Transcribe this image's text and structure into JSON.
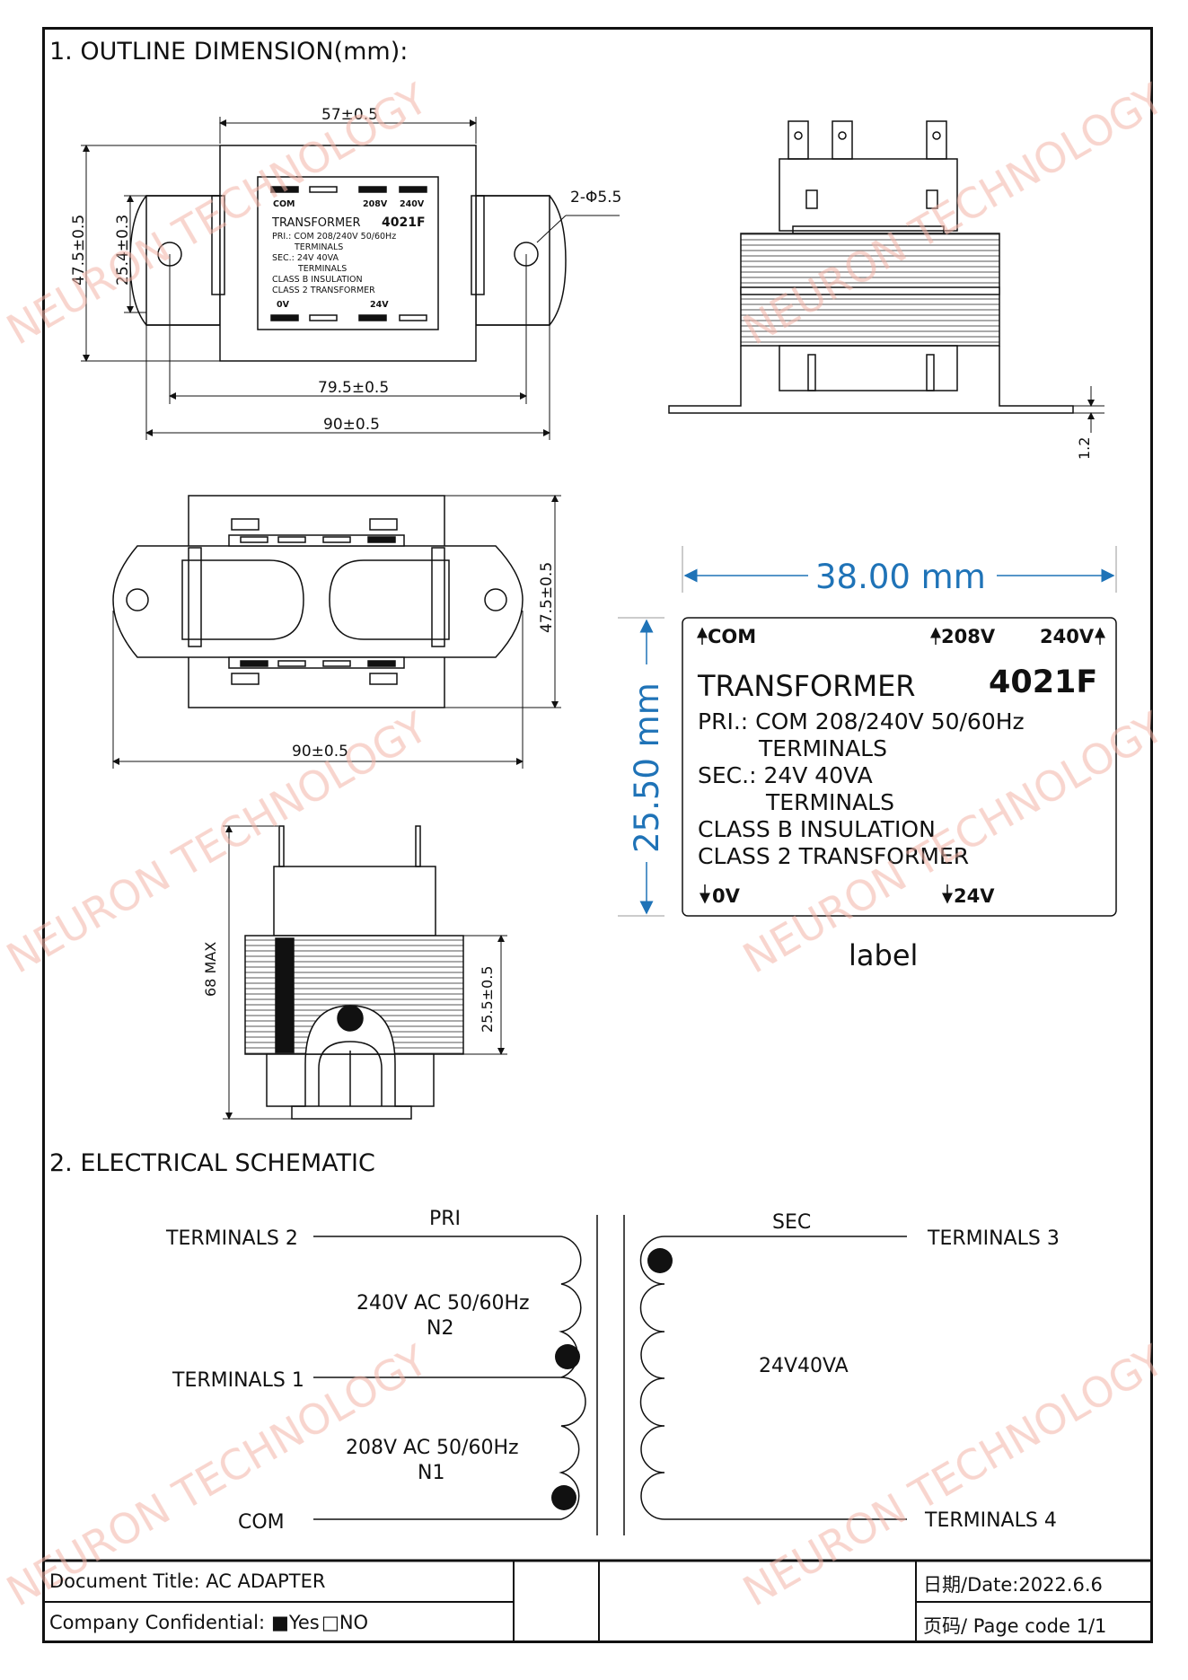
{
  "sections": {
    "outline_title": "1. OUTLINE DIMENSION(mm):",
    "schematic_title": "2. ELECTRICAL SCHEMATIC"
  },
  "dimensions": {
    "width_top": "57±0.5",
    "height_outer": "47.5±0.5",
    "height_inner": "25.4±0.3",
    "mount_hole": "2-Φ5.5",
    "hole_span": "79.5±0.5",
    "overall_width": "90±0.5",
    "base_thickness": "1.2",
    "bottom_height": "47.5±0.5",
    "bottom_width": "90±0.5",
    "side_height": "68 MAX",
    "side_stack": "25.5±0.5"
  },
  "label": {
    "width_dim": "38.00 mm",
    "height_dim": "25.50 mm",
    "caption": "label",
    "com": "COM",
    "v208": "208V",
    "v240": "240V",
    "transformer": "TRANSFORMER",
    "model": "4021F",
    "pri_line": "PRI.: COM  208/240V 50/60Hz",
    "pri_terminals": "TERMINALS",
    "sec_line": "SEC.: 24V   40VA",
    "sec_terminals": "TERMINALS",
    "class_b": "CLASS B INSULATION",
    "class_2": "CLASS 2 TRANSFORMER",
    "v0": "0V",
    "v24": "24V"
  },
  "small_label": {
    "com": "COM",
    "v208": "208V",
    "v240": "240V",
    "transformer": "TRANSFORMER",
    "model": "4021F",
    "pri_line": "PRI.: COM  208/240V 50/60Hz",
    "pri_terminals": "TERMINALS",
    "sec_line": "SEC.: 24V   40VA",
    "sec_terminals": "TERMINALS",
    "class_b": "CLASS B INSULATION",
    "class_2": "CLASS 2 TRANSFORMER",
    "v0": "0V",
    "v24": "24V"
  },
  "schematic": {
    "pri": "PRI",
    "sec": "SEC",
    "terminals_2": "TERMINALS 2",
    "terminals_1": "TERMINALS 1",
    "com": "COM",
    "terminals_3": "TERMINALS 3",
    "terminals_4": "TERMINALS 4",
    "n2_voltage": "240V AC 50/60Hz",
    "n2": "N2",
    "n1_voltage": "208V AC 50/60Hz",
    "n1": "N1",
    "secondary_rating": "24V40VA"
  },
  "footer": {
    "doc_title": "Document Title: AC ADAPTER",
    "confidential": "Company Confidential:",
    "yes": "■Yes",
    "no": "□NO",
    "date": "日期/Date:2022.6.6",
    "page": "页码/ Page code   1/1"
  },
  "watermark": "NEURON TECHNOLOGY",
  "colors": {
    "dim_blue": "#1f73b7",
    "watermark": "#f2b3a6"
  }
}
